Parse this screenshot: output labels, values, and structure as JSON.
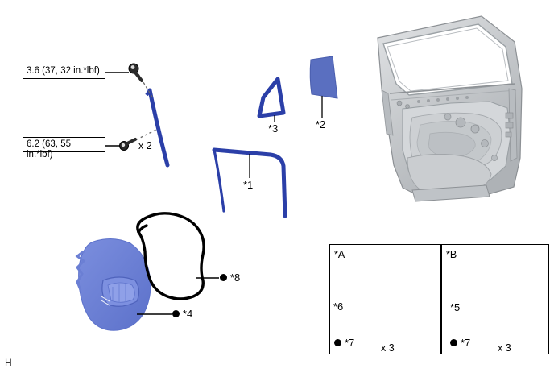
{
  "page": {
    "corner_mark": "H",
    "background_color": "#ffffff"
  },
  "colors": {
    "weatherstrip_blue": "#2b3fa8",
    "glass_blue": "#5a6fc0",
    "cover_blue": "#6b7fd4",
    "speaker_blue": "#1f46c8",
    "plate_blue": "#2a4fd0",
    "door_gray": "#c9cbcd",
    "outline_black": "#000000",
    "leader_black": "#000000"
  },
  "torque_specs": [
    {
      "id": "torque-upper",
      "text": "3.6 (37, 32 in.*lbf)",
      "target": "bolt-upper"
    },
    {
      "id": "torque-lower",
      "line1": "6.2 (63, 55",
      "line2": "in.*lbf)",
      "text": "6.2 (63, 55 in.*lbf)",
      "target": "bolt-lower"
    }
  ],
  "fasteners": [
    {
      "id": "bolt-upper",
      "icon": "bolt-icon",
      "quantity_label": ""
    },
    {
      "id": "bolt-lower",
      "icon": "bolt-icon",
      "quantity_label": "x 2"
    }
  ],
  "callouts": [
    {
      "id": "callout-1",
      "label": "*1",
      "part": "glass-run-weatherstrip",
      "bullet": false
    },
    {
      "id": "callout-2",
      "label": "*2",
      "part": "quarter-window-glass",
      "bullet": false
    },
    {
      "id": "callout-3",
      "label": "*3",
      "part": "division-bar-channel",
      "bullet": false
    },
    {
      "id": "callout-4",
      "label": "*4",
      "part": "service-hole-cover",
      "bullet": true
    },
    {
      "id": "callout-8",
      "label": "*8",
      "part": "door-seal-gasket",
      "bullet": true
    }
  ],
  "insets": [
    {
      "id": "inset-a",
      "label": "*A",
      "part_callout": "*6",
      "part_name": "door-speaker",
      "fastener_callout": "*7",
      "fastener_quantity": "x 3",
      "fastener_bullet": true
    },
    {
      "id": "inset-b",
      "label": "*B",
      "part_callout": "*5",
      "part_name": "speaker-cover-plate",
      "fastener_callout": "*7",
      "fastener_quantity": "x 3",
      "fastener_bullet": true
    }
  ],
  "main_illustration": {
    "id": "rear-door-panel",
    "name": "rear-door-shell-illustration"
  }
}
